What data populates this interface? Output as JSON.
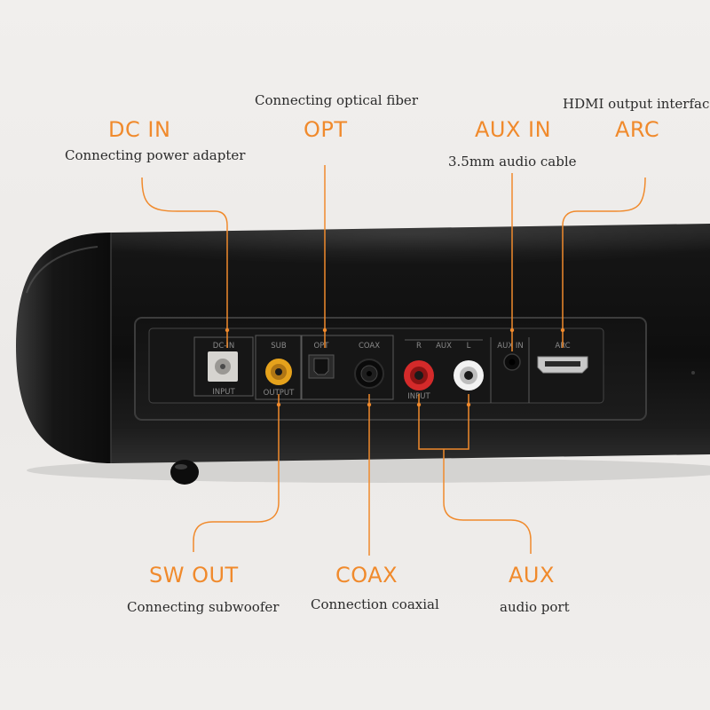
{
  "callouts": {
    "dc_in": {
      "title": "DC IN",
      "desc": "Connecting power adapter"
    },
    "opt": {
      "title": "OPT",
      "desc": "Connecting optical fiber"
    },
    "aux_in": {
      "title": "AUX IN",
      "desc": "3.5mm audio cable"
    },
    "arc": {
      "title": "ARC",
      "desc": "HDMI output interface"
    },
    "sw_out": {
      "title": "SW OUT",
      "desc": "Connecting subwoofer"
    },
    "coax": {
      "title": "COAX",
      "desc": "Connection coaxial"
    },
    "aux": {
      "title": "AUX",
      "desc": "audio port"
    }
  },
  "panel_labels": {
    "dc_in": "DC-IN",
    "input_dc": "INPUT",
    "sub": "SUB",
    "output": "OUTPUT",
    "opt": "OPT",
    "coax": "COAX",
    "r": "R",
    "aux": "AUX",
    "l": "L",
    "input_rca": "INPUT",
    "aux_in": "AUX IN",
    "arc": "ARC"
  },
  "colors": {
    "accent": "#f08a2c",
    "device_body": "#1a1a1a",
    "rca_sub": "#e5a21c",
    "rca_right": "#d42a2a",
    "rca_left": "#f2f2f2"
  }
}
